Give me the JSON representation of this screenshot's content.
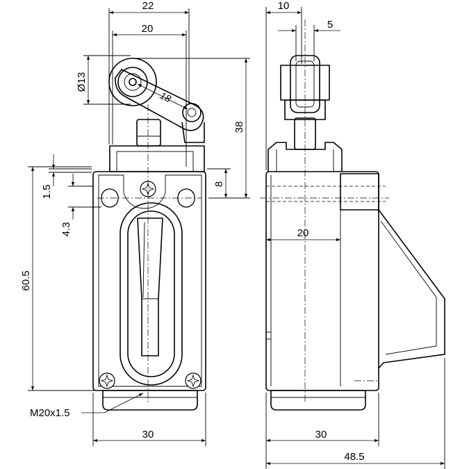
{
  "front_view": {
    "dims": {
      "top_outer": "22",
      "top_inner": "20",
      "roller_dia": "Ø13",
      "arm": "18",
      "height_38": "38",
      "d_8": "8",
      "d_1_5": "1.5",
      "d_4_3": "4.3",
      "body_height": "60.5",
      "bottom_width": "30",
      "thread": "M20x1.5"
    }
  },
  "side_view": {
    "dims": {
      "top_10": "10",
      "top_5": "5",
      "mid_20": "20",
      "bottom_30": "30",
      "overall": "48.5"
    }
  }
}
